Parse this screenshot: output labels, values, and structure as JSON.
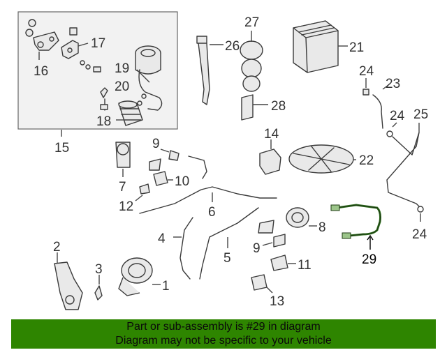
{
  "callouts": {
    "c1": "1",
    "c2": "2",
    "c3": "3",
    "c4": "4",
    "c5": "5",
    "c6": "6",
    "c7": "7",
    "c8": "8",
    "c9a": "9",
    "c9b": "9",
    "c10": "10",
    "c11": "11",
    "c12": "12",
    "c13": "13",
    "c14": "14",
    "c15": "15",
    "c16": "16",
    "c17": "17",
    "c18": "18",
    "c19": "19",
    "c20": "20",
    "c21": "21",
    "c22": "22",
    "c23": "23",
    "c24a": "24",
    "c24b": "24",
    "c24c": "24",
    "c25": "25",
    "c26": "26",
    "c27": "27",
    "c28": "28",
    "c29": "29"
  },
  "banner": {
    "line1": "Part or sub-assembly is #29 in diagram",
    "line2": "Diagram may not be specific to your vehicle"
  },
  "colors": {
    "banner_bg": "#2e8500",
    "highlight_part": "#2f6f1f"
  }
}
